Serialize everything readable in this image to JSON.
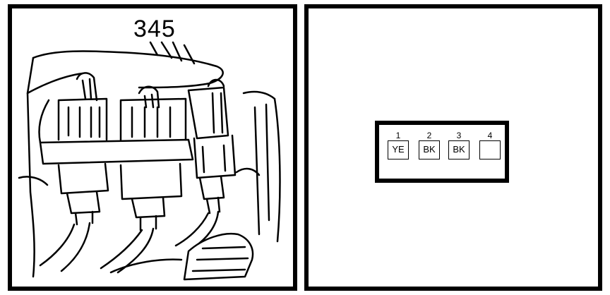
{
  "left_panel": {
    "reference_number": "345"
  },
  "connector": {
    "pins": [
      {
        "number": "1",
        "color": "YE"
      },
      {
        "number": "2",
        "color": "BK"
      },
      {
        "number": "3",
        "color": "BK"
      },
      {
        "number": "4",
        "color": ""
      }
    ]
  },
  "colors": {
    "line": "#000000",
    "background": "#ffffff"
  }
}
